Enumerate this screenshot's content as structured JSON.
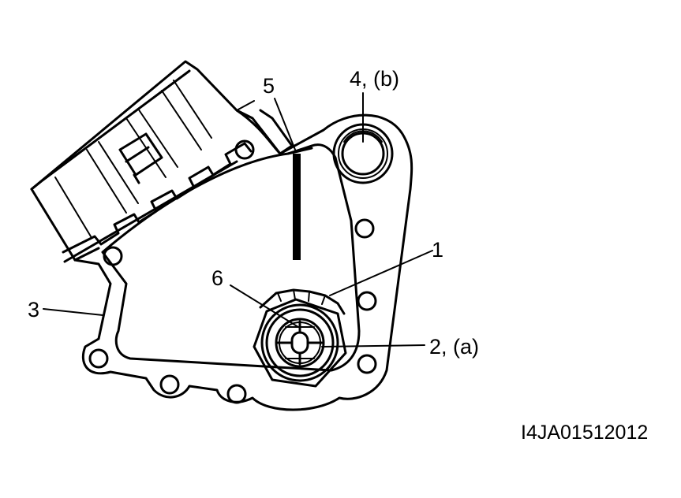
{
  "labels": {
    "callout_1": "1",
    "callout_2": "2, (a)",
    "callout_3": "3",
    "callout_4": "4, (b)",
    "callout_5": "5",
    "callout_6": "6"
  },
  "figure_code": "I4JA01512012",
  "colors": {
    "ink": "#000000",
    "paper": "#ffffff"
  }
}
